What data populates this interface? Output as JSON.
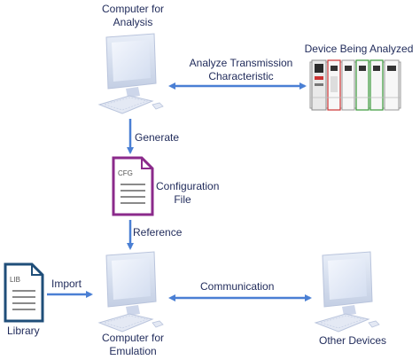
{
  "nodes": {
    "analysis_computer": {
      "label_line1": "Computer for",
      "label_line2": "Analysis"
    },
    "device_analyzed": {
      "label": "Device Being Analyzed"
    },
    "configuration_file": {
      "icon_text": "CFG",
      "label_line1": "Configuration",
      "label_line2": "File"
    },
    "library": {
      "icon_text": "LIB",
      "label": "Library"
    },
    "emulation_computer": {
      "label_line1": "Computer for",
      "label_line2": "Emulation"
    },
    "other_devices": {
      "label": "Other Devices"
    }
  },
  "edges": {
    "analyze": {
      "label_line1": "Analyze Transmission",
      "label_line2": "Characteristic"
    },
    "generate": {
      "label": "Generate"
    },
    "reference": {
      "label": "Reference"
    },
    "import": {
      "label": "Import"
    },
    "communication": {
      "label": "Communication"
    }
  },
  "colors": {
    "arrow": "#4a7fd4",
    "text": "#1f2a5a",
    "cfg_border": "#8b2a8b",
    "lib_border": "#1f4e79",
    "monitor": "#dfe6f4"
  }
}
